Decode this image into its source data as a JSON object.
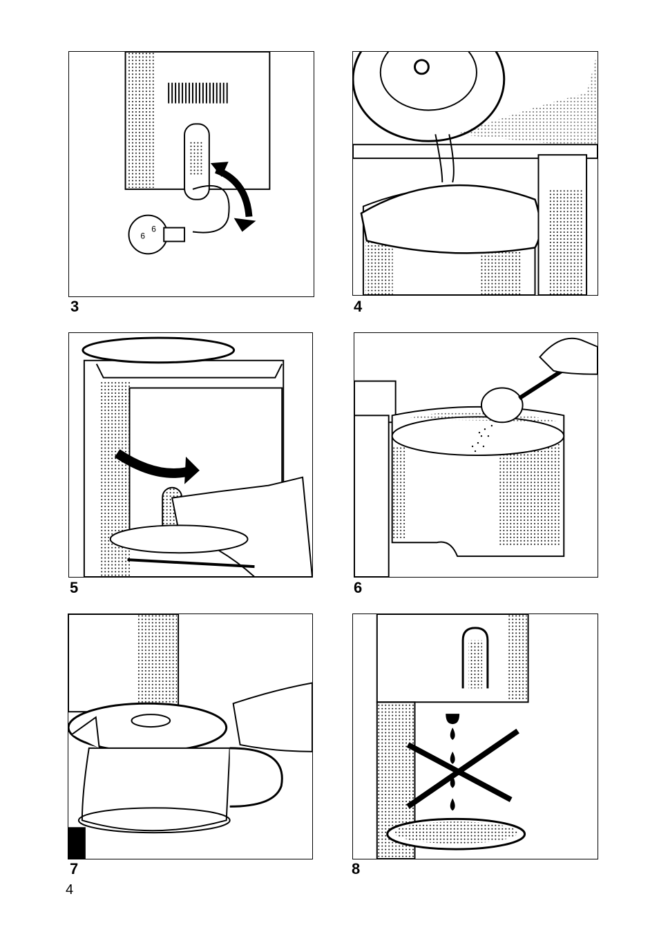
{
  "figures": [
    {
      "id": "3",
      "label": "3"
    },
    {
      "id": "4",
      "label": "4"
    },
    {
      "id": "5",
      "label": "5"
    },
    {
      "id": "6",
      "label": "6"
    },
    {
      "id": "7",
      "label": "7"
    },
    {
      "id": "8",
      "label": "8"
    }
  ],
  "page_number": "4"
}
